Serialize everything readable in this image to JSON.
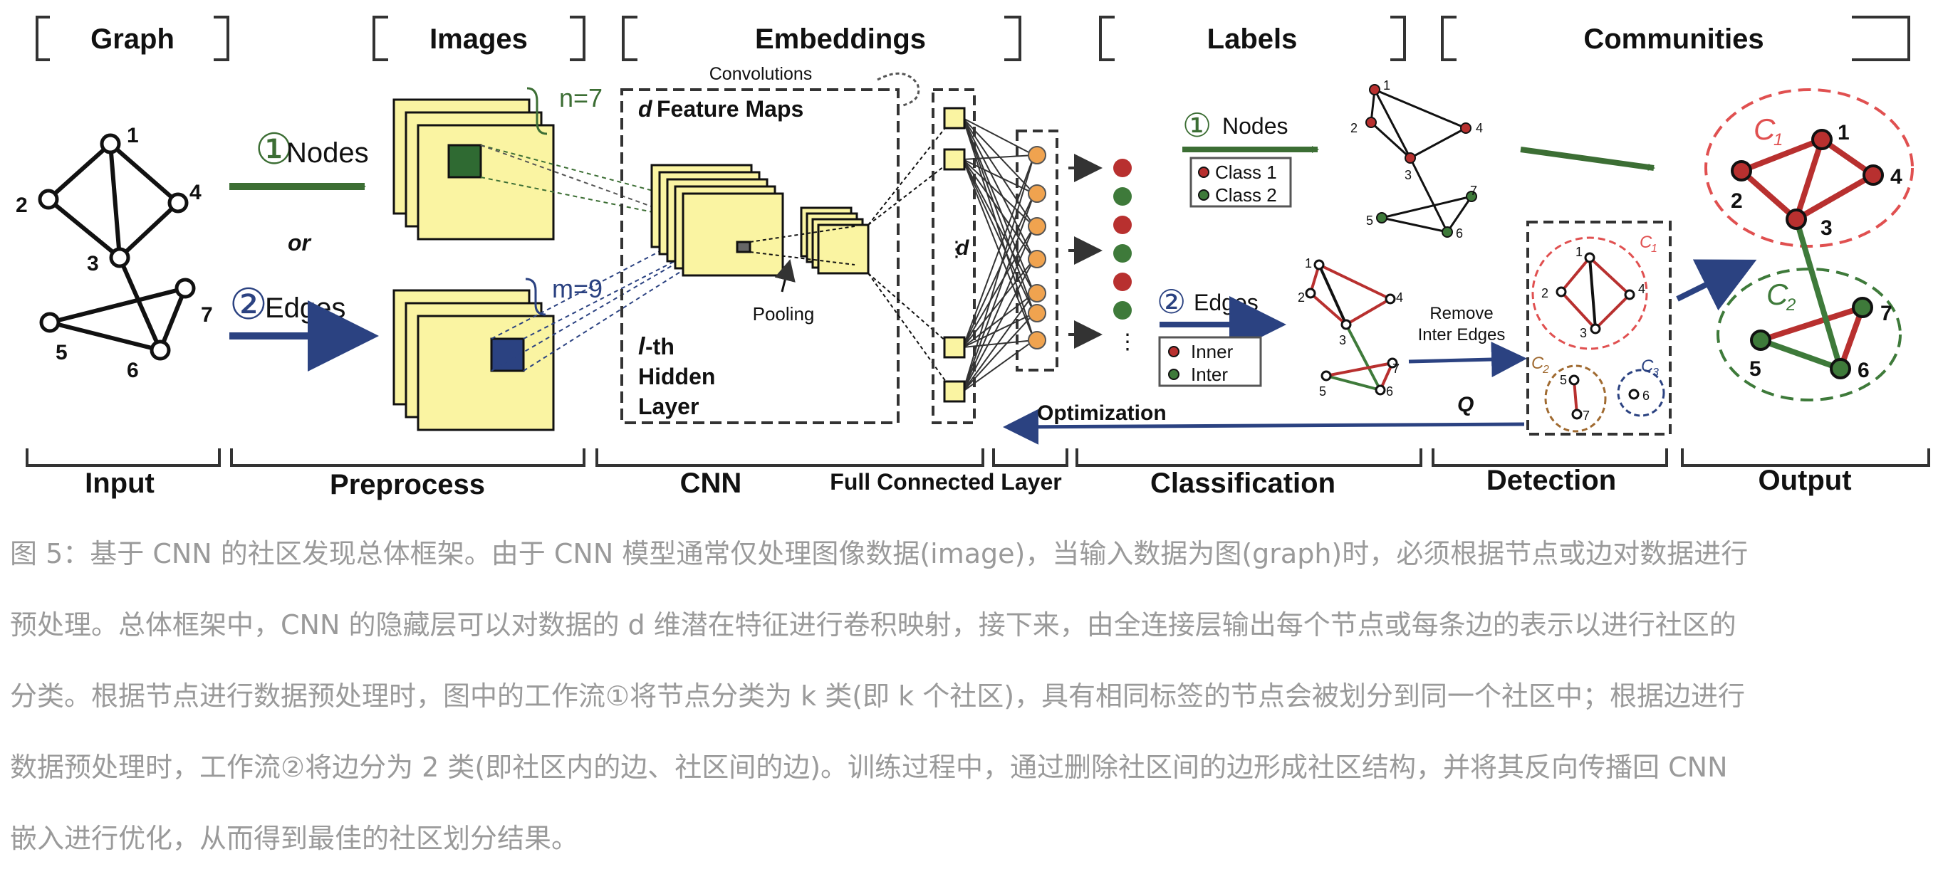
{
  "headers": {
    "graph": "Graph",
    "images": "Images",
    "embeddings": "Embeddings",
    "labels": "Labels",
    "communities": "Communities"
  },
  "footers": {
    "input": "Input",
    "preprocess": "Preprocess",
    "cnn": "CNN",
    "full_connected": "Full Connected Layer",
    "classification": "Classification",
    "detection": "Detection",
    "output": "Output"
  },
  "graph_nodes": [
    "1",
    "2",
    "3",
    "4",
    "5",
    "6",
    "7"
  ],
  "workflow": {
    "nodes_num": "①",
    "nodes_label": "Nodes",
    "or": "or",
    "edges_num": "②",
    "edges_label": "Edges"
  },
  "images": {
    "n_label": "n=7",
    "m_label": "m=9"
  },
  "cnn": {
    "convolutions": "Convolutions",
    "feature_maps_d": "d",
    "feature_maps": "Feature Maps",
    "pooling": "Pooling",
    "hidden_l": "l",
    "hidden_line1": "-th",
    "hidden_line2": "Hidden",
    "hidden_line3": "Layer",
    "d_label": "d",
    "fc_ellipsis": "⋮",
    "out_ellipsis": "⋮"
  },
  "labels": {
    "nodes_num": "①",
    "nodes_label": "Nodes",
    "class1": "Class 1",
    "class2": "Class 2",
    "edges_num": "②",
    "edges_label": "Edges",
    "inner": "Inner",
    "inter": "Inter"
  },
  "detection": {
    "remove_line1": "Remove",
    "remove_line2": "Inter Edges",
    "optimization": "Optimization",
    "q": "Q",
    "c1": "C",
    "c1_sub": "1",
    "c2": "C",
    "c2_sub": "2",
    "c3": "C",
    "c3_sub": "3"
  },
  "output": {
    "c1": "C",
    "c1_sub": "1",
    "c2": "C",
    "c2_sub": "2"
  },
  "colors": {
    "green": "#3c6e34",
    "blue": "#2b4281",
    "red": "#b02a2a",
    "node_red": "#b8302f",
    "node_green": "#3e7a3a",
    "node_orange": "#f0a34f",
    "map_yellow": "#faf4a2",
    "caption_gray": "#9a9a9a"
  },
  "caption": {
    "line1": "图 5：基于 CNN 的社区发现总体框架。由于 CNN 模型通常仅处理图像数据(image)，当输入数据为图(graph)时，必须根据节点或边对数据进行",
    "line2": "预处理。总体框架中，CNN 的隐藏层可以对数据的 d 维潜在特征进行卷积映射，接下来，由全连接层输出每个节点或每条边的表示以进行社区的",
    "line3": "分类。根据节点进行数据预处理时，图中的工作流①将节点分类为 k 类(即 k 个社区)，具有相同标签的节点会被划分到同一个社区中；根据边进行",
    "line4": "数据预处理时，工作流②将边分为 2 类(即社区内的边、社区间的边)。训练过程中，通过删除社区间的边形成社区结构，并将其反向传播回 CNN",
    "line5": "嵌入进行优化，从而得到最佳的社区划分结果。"
  }
}
